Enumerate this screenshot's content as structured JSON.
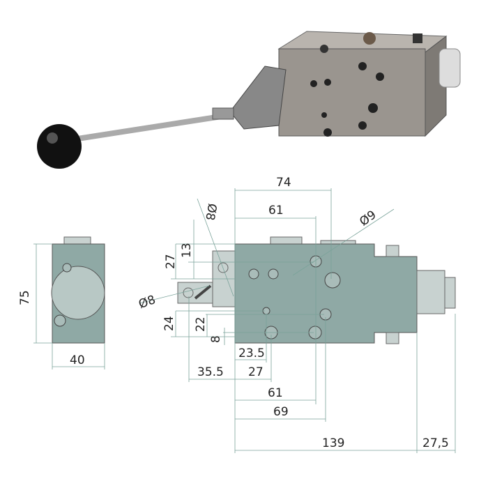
{
  "side_view": {
    "height_label": "75",
    "width_label": "40"
  },
  "front_view": {
    "top_dims": [
      "74",
      "61",
      "Ø8",
      "Ø9"
    ],
    "left_dims": [
      "27",
      "13",
      "Ø8",
      "24",
      "22",
      "8"
    ],
    "bottom_dims": [
      "23.5",
      "35.5",
      "27",
      "61",
      "69",
      "139",
      "27,5"
    ]
  },
  "colors": {
    "body": "#8fa9a5",
    "dimension_line": "#7aa39a"
  }
}
